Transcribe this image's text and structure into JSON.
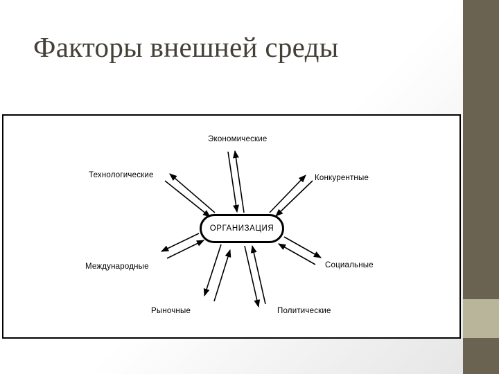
{
  "title": "Факторы внешней среды",
  "diagram": {
    "center": "ОРГАНИЗАЦИЯ",
    "factors": {
      "economic": "Экономические",
      "technological": "Технологические",
      "competitive": "Конкурентные",
      "international": "Международные",
      "social": "Социальные",
      "market": "Рыночные",
      "political": "Политические"
    }
  },
  "colors": {
    "sidebar": "#6b6352",
    "sidebar_accent": "#b9b59a",
    "title": "#444038"
  }
}
